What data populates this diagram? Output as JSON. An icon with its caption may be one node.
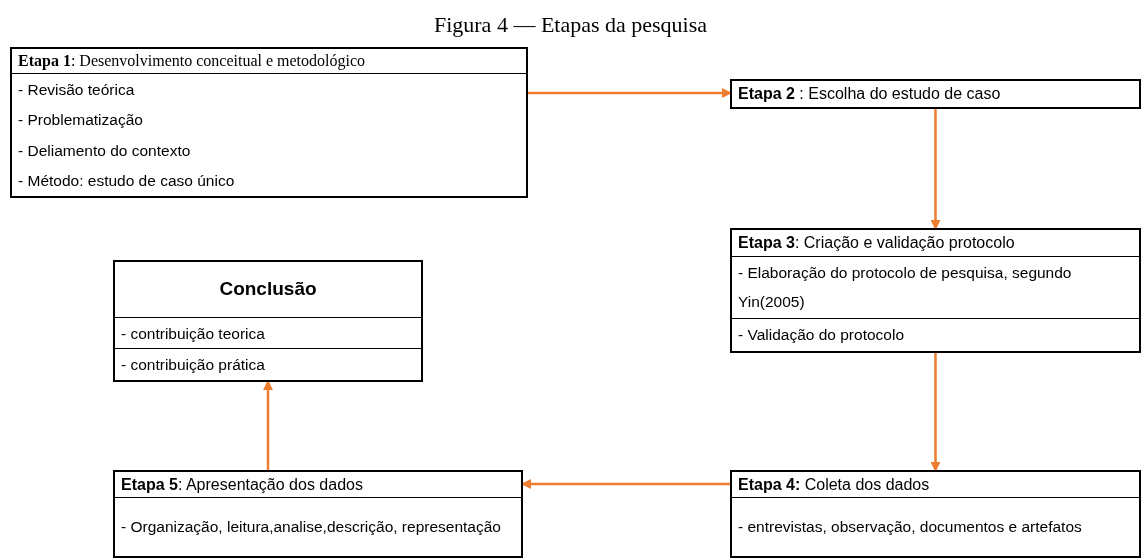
{
  "diagram": {
    "title": "Figura 4 — Etapas da pesquisa",
    "nodes": [
      {
        "text": [
          "**Etapa 1**: Desenvolvimento conceitual e metodológico",
          "- Revisão teórica",
          "- Problematização",
          "- Deliamento do contexto",
          "- Método: estudo de caso único"
        ]
      },
      {
        "text": [
          "**Etapa 2** : Escolha do estudo de caso"
        ]
      },
      {
        "text": [
          "**Etapa 3**: Criação e validação protocolo",
          "- Elaboração do protocolo de pesquisa, segundo Yin(2005)",
          "- Validação do protocolo"
        ]
      },
      {
        "text": [
          "Conclusão",
          "- contribuição teorica",
          "- contribuição prática"
        ]
      },
      {
        "text": [
          "**Etapa 5**: Apresentação dos dados",
          "- Organização, leitura,analise,descrição, representação"
        ]
      },
      {
        "text": [
          "**Etapa 4:** Coleta dos dados",
          "- entrevistas, observação, documentos e artefatos"
        ]
      }
    ],
    "edges": [
      {
        "from": 0,
        "to": 1,
        "arrow": "to"
      },
      {
        "from": 1,
        "to": 2,
        "arrow": "to"
      },
      {
        "from": 2,
        "to": 5,
        "arrow": "to"
      },
      {
        "from": 5,
        "to": 4,
        "arrow": "to"
      },
      {
        "from": 4,
        "to": 3,
        "arrow": "to"
      }
    ]
  }
}
